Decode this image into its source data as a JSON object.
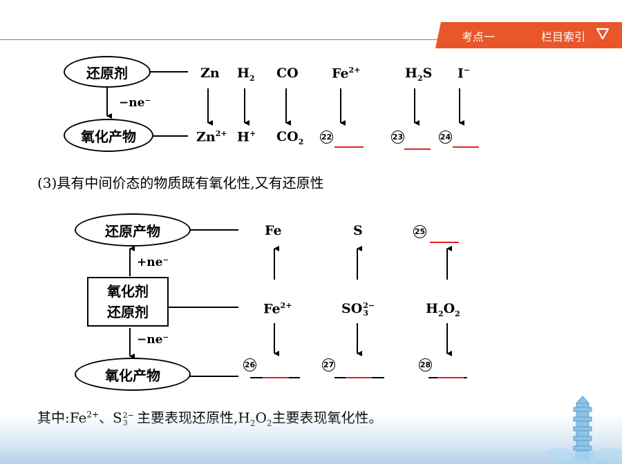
{
  "header": {
    "section_label": "考点一",
    "index_label": "栏目索引",
    "accent_color": "#e8562a"
  },
  "diagram1": {
    "reductant_label": "还原剂",
    "oxidation_product_label": "氧化产物",
    "arrow_label": "−ne⁻",
    "top_species": [
      "Zn",
      "H2",
      "CO",
      "Fe2+",
      "H2S",
      "I−"
    ],
    "bottom_species": [
      "Zn2+",
      "H+",
      "CO2"
    ],
    "blank_numbers": [
      "22",
      "23",
      "24"
    ]
  },
  "paragraph3": {
    "text": "(3)具有中间价态的物质既有氧化性,又有还原性"
  },
  "diagram2": {
    "reduction_product_label": "还原产物",
    "oxidant_label": "氧化剂",
    "reductant_label": "还原剂",
    "oxidation_product_label": "氧化产物",
    "plus_label": "+ne⁻",
    "minus_label": "−ne⁻",
    "top_species": [
      "Fe",
      "S"
    ],
    "middle_species": [
      "Fe2+",
      "SO3 2−",
      "H2O2"
    ],
    "blank_numbers": [
      "25",
      "26",
      "27",
      "28"
    ]
  },
  "summary": {
    "prefix": "其中:Fe",
    "fe_charge": "2+",
    "sep": "、S",
    "so3_charge": "2−",
    "so3_sub": "3",
    "middle": "主要表现还原性,H",
    "h2o2_sub1": "2",
    "o_text": "O",
    "h2o2_sub2": "2",
    "end": "主要表现氧化性。"
  }
}
